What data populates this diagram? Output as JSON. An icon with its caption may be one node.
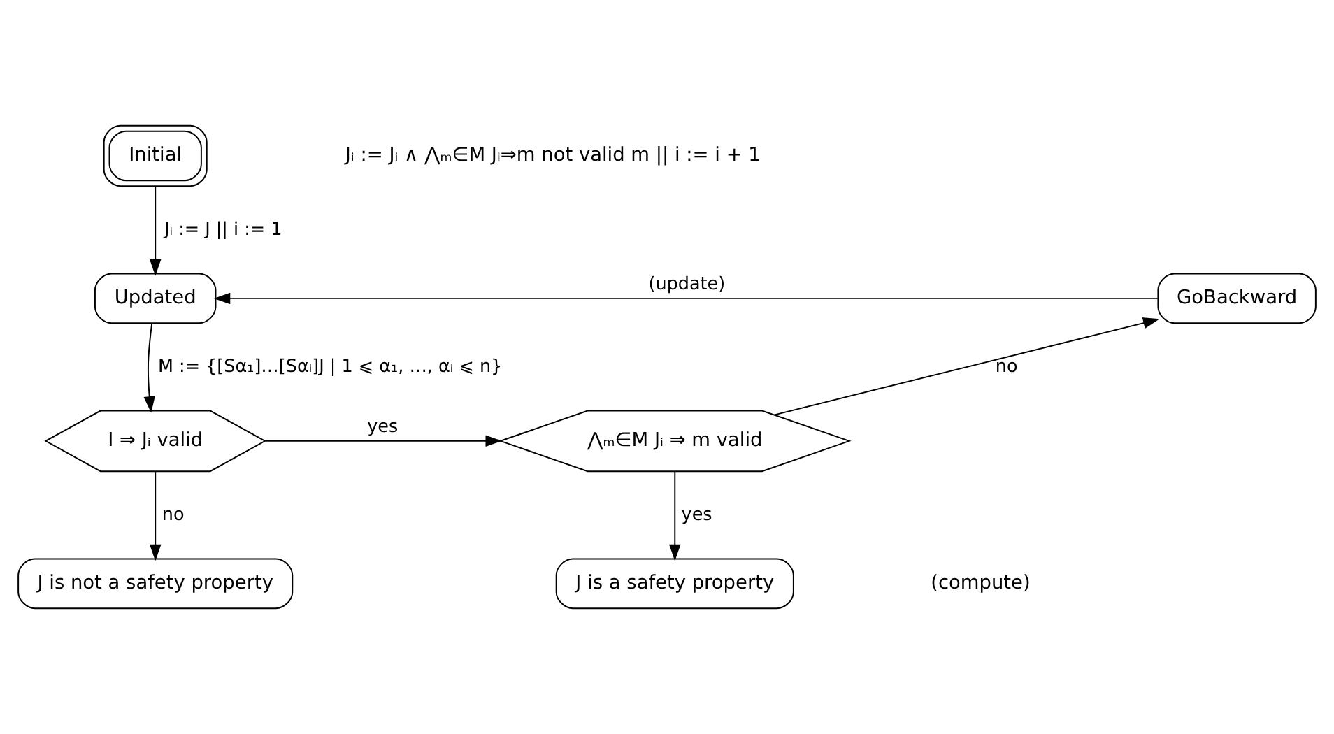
{
  "diagram": {
    "nodes": [
      {
        "text": [
          "Initial"
        ]
      },
      {
        "text": [
          "Updated"
        ]
      },
      {
        "text": [
          "GoBackward"
        ]
      },
      {
        "text": [
          "I ⇒ Jᵢ valid"
        ]
      },
      {
        "text": [
          "⋀ₘ∈M Jᵢ ⇒ m valid"
        ]
      },
      {
        "text": [
          "J is not a safety property"
        ]
      },
      {
        "text": [
          "J is a safety property"
        ]
      }
    ],
    "edges": [
      {
        "from": 0,
        "to": 1,
        "arrow": "to",
        "label": "Jᵢ := J || i := 1"
      },
      {
        "from": 2,
        "to": 1,
        "arrow": "to",
        "label": "(update)"
      },
      {
        "from": 1,
        "to": 3,
        "arrow": "to",
        "label": "M := {[Sα₁]…[Sαᵢ]J | 1 ⩽ α₁, …, αᵢ ⩽ n}"
      },
      {
        "from": 3,
        "to": 4,
        "arrow": "to",
        "label": "yes"
      },
      {
        "from": 4,
        "to": 2,
        "arrow": "to",
        "label": "no"
      },
      {
        "from": 3,
        "to": 5,
        "arrow": "to",
        "label": "no"
      },
      {
        "from": 4,
        "to": 6,
        "arrow": "to",
        "label": "yes"
      }
    ],
    "labels": [
      "Jᵢ := Jᵢ ∧ ⋀ₘ∈M Jᵢ⇒m not valid m || i := i + 1",
      "(compute)"
    ]
  }
}
